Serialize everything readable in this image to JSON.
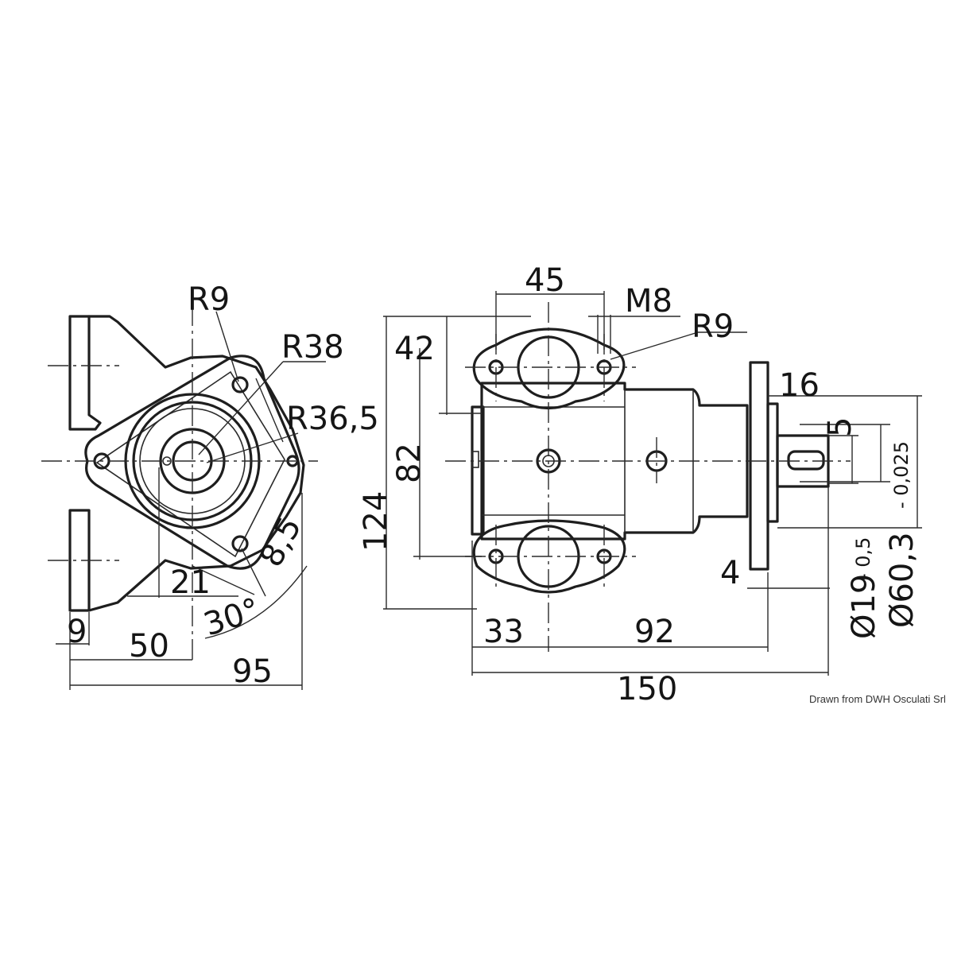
{
  "front_view": {
    "labels": {
      "r9": "R9",
      "r38": "R38",
      "r36_5": "R36,5",
      "d8_5": "8,5",
      "d21": "21",
      "a30": "30°",
      "d9": "9",
      "d50": "50",
      "d95": "95"
    }
  },
  "side_view": {
    "labels": {
      "d45": "45",
      "m8": "M8",
      "r9": "R9",
      "d42": "42",
      "d16": "16",
      "d5": "5",
      "d82": "82",
      "d124": "124",
      "d4": "4",
      "d33": "33",
      "d92": "92",
      "d150": "150",
      "shaft_dia": "Ø19",
      "shaft_tol": "- 0,5",
      "flange_dia": "Ø60,3",
      "flange_tol": "- 0,025"
    }
  },
  "credit": "Drawn from DWH Osculati Srl"
}
